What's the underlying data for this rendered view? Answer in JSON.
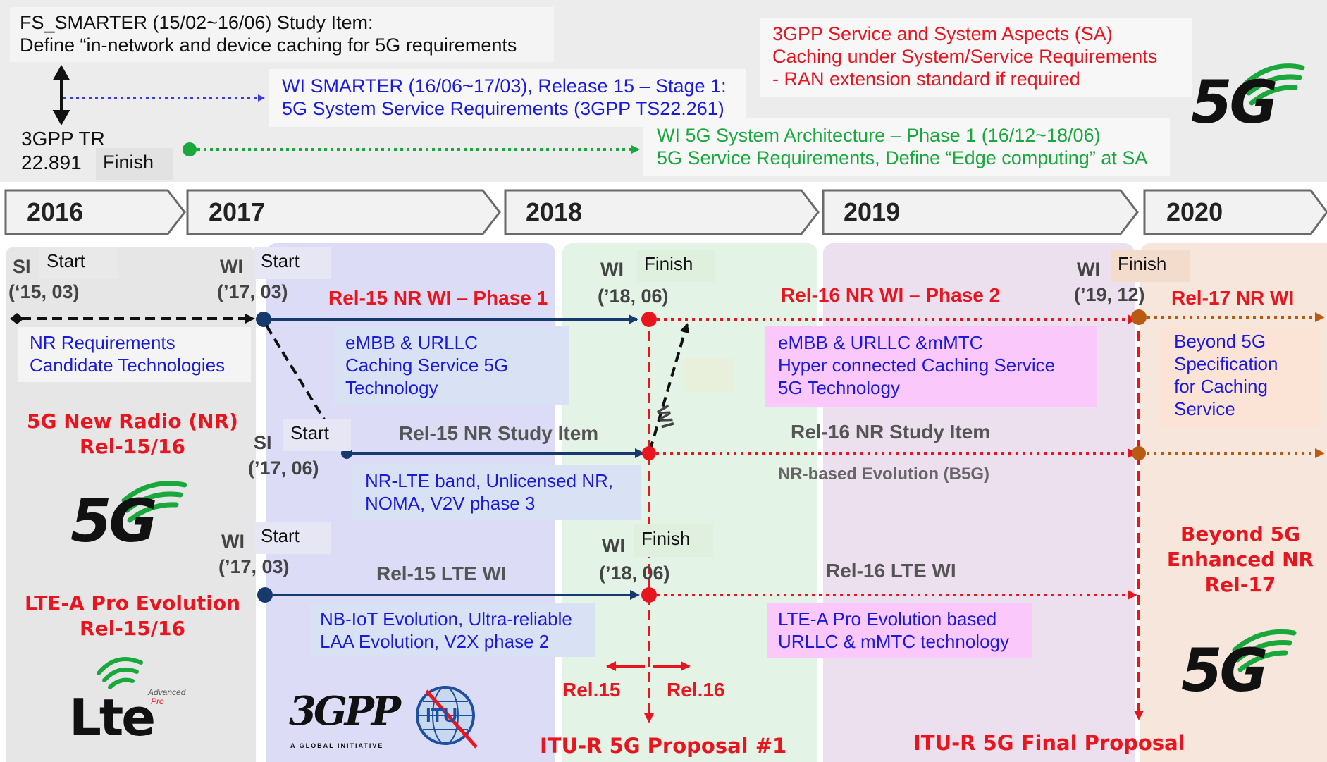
{
  "colors": {
    "blue_text": "#1a1adc",
    "red_text": "#e8141e",
    "green_text": "#18a83c",
    "navy_arrow": "#173a6e",
    "phase1_bg": "#dcdcf6",
    "phase_finish_bg": "#e3f3e6",
    "phase2_bg": "#ece0ee",
    "phase3_bg": "#f6e6dc",
    "left_bg": "#e6e6e6",
    "pink_box": "#fbc8fb",
    "light_blue_box": "#d9e1f5"
  },
  "header": {
    "fs_smarter_line1": "FS_SMARTER (15/02~16/06) Study Item:",
    "fs_smarter_line2": "Define “in-network and device caching for 5G requirements",
    "tr_line1": "3GPP TR",
    "tr_line2": "22.891",
    "tr_finish": "Finish",
    "wi_smarter_line1": "WI SMARTER (16/06~17/03), Release 15 – Stage 1:",
    "wi_smarter_line2": "5G System Service Requirements (3GPP TS22.261)",
    "wi_arch_line1": "WI 5G System Architecture – Phase 1 (16/12~18/06)",
    "wi_arch_line2": "5G Service Requirements, Define “Edge computing” at SA",
    "sa_line1": "3GPP Service and System Aspects (SA)",
    "sa_line2": "Caching under System/Service Requirements",
    "sa_line3": "- RAN extension standard if required",
    "logo_5g": "5G"
  },
  "years": [
    "2016",
    "2017",
    "2018",
    "2019",
    "2020"
  ],
  "left": {
    "si_label": "SI",
    "si_start": "Start",
    "si_date": "(‘15, 03)",
    "nr_req_line1": "NR Requirements",
    "nr_req_line2": "Candidate Technologies",
    "nr_title_line1": "5G New Radio (NR)",
    "nr_title_line2": "Rel-15/16",
    "logo_5g": "5G",
    "lte_title_line1": "LTE-A Pro Evolution",
    "lte_title_line2": "Rel-15/16",
    "lte_logo": "Lte",
    "lte_logo_sub1": "Advanced",
    "lte_logo_sub2": "Pro"
  },
  "phase1": {
    "wi_label": "WI",
    "wi_start": "Start",
    "wi_date": "(’17, 03)",
    "title": "Rel-15 NR WI – Phase 1",
    "box_line1": "eMBB & URLLC",
    "box_line2": "Caching Service 5G",
    "box_line3": "Technology",
    "si_label": "SI",
    "si_start": "Start",
    "si_date": "(’17, 06)",
    "study_item": "Rel-15 NR Study Item",
    "study_box_line1": "NR-LTE band, Unlicensed NR,",
    "study_box_line2": "NOMA, V2V phase 3",
    "lte_wi_label": "WI",
    "lte_wi_start": "Start",
    "lte_wi_date": "(’17, 03)",
    "lte_wi_title": "Rel-15 LTE WI",
    "lte_box_line1": "NB-IoT Evolution, Ultra-reliable",
    "lte_box_line2": "LAA Evolution, V2X phase 2",
    "logo_3gpp": "3GPP",
    "logo_3gpp_sub": "A GLOBAL INITIATIVE",
    "logo_itu": "ITU"
  },
  "finish2018": {
    "wi_label": "WI",
    "wi_finish": "Finish",
    "wi_date": "(’18, 06)",
    "wi_diag": "WI",
    "lte_wi_label": "WI",
    "lte_wi_finish": "Finish",
    "lte_wi_date": "(’18, 06)",
    "rel15": "Rel.15",
    "rel16": "Rel.16",
    "proposal": "ITU-R 5G Proposal #1"
  },
  "phase2": {
    "title": "Rel-16 NR WI – Phase 2",
    "box_line1": "eMBB & URLLC &mMTC",
    "box_line2": "Hyper connected Caching Service",
    "box_line3": "5G Technology",
    "study_item": "Rel-16 NR Study Item",
    "evolution": "NR-based Evolution (B5G)",
    "lte_wi_title": "Rel-16 LTE WI",
    "lte_box_line1": "LTE-A Pro Evolution based",
    "lte_box_line2": "URLLC & mMTC technology",
    "final_proposal": "ITU-R 5G Final Proposal"
  },
  "phase3": {
    "wi_label": "WI",
    "wi_finish": "Finish",
    "wi_date": "(’19, 12)",
    "title": "Rel-17 NR WI",
    "box_line1": "Beyond 5G",
    "box_line2": "Specification",
    "box_line3": "for Caching",
    "box_line4": "Service",
    "red_line1": "Beyond 5G",
    "red_line2": "Enhanced NR",
    "red_line3": "Rel-17",
    "logo_5g": "5G"
  }
}
